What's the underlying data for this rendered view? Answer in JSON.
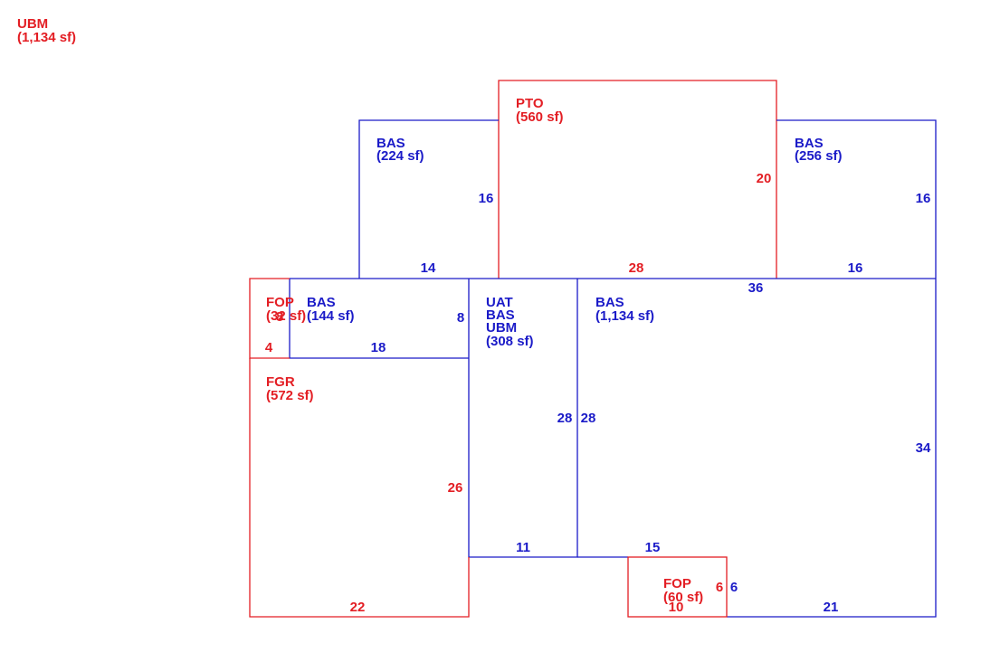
{
  "colors": {
    "red": "#e31e24",
    "blue": "#1b1bc8",
    "background": "#ffffff"
  },
  "legend": {
    "code": "UBM",
    "area": "(1,134 sf)"
  },
  "areas": {
    "pto": {
      "code": "PTO",
      "area": "(560 sf)"
    },
    "bas_left_top": {
      "code": "BAS",
      "area": "(224 sf)"
    },
    "bas_right_top": {
      "code": "BAS",
      "area": "(256 sf)"
    },
    "fop_left": {
      "code": "FOP",
      "area": "(32 sf)"
    },
    "bas_small": {
      "code": "BAS",
      "area": "(144 sf)"
    },
    "uat_bas_ubm": {
      "code1": "UAT",
      "code2": "BAS",
      "code3": "UBM",
      "area": "(308 sf)"
    },
    "bas_main": {
      "code": "BAS",
      "area": "(1,134 sf)"
    },
    "fgr": {
      "code": "FGR",
      "area": "(572 sf)"
    },
    "fop_bottom": {
      "code": "FOP",
      "area": "(60 sf)"
    }
  },
  "dimensions": {
    "bas_left_top_height": "16",
    "bas_left_top_width": "14",
    "pto_height": "20",
    "pto_width": "28",
    "bas_right_top_height": "16",
    "bas_right_top_width": "16",
    "bas_main_top": "36",
    "fop_left_height": "8",
    "fop_left_width": "4",
    "bas_small_height": "8",
    "bas_small_width": "18",
    "uat_height_left": "28",
    "uat_height_right": "28",
    "bas_main_height": "34",
    "fgr_height": "26",
    "fgr_width": "22",
    "uat_width": "11",
    "bas_main_bottom_left": "15",
    "fop_bottom_height_red": "6",
    "fop_bottom_height_blue": "6",
    "fop_bottom_width": "10",
    "bas_main_bottom_right": "21"
  }
}
